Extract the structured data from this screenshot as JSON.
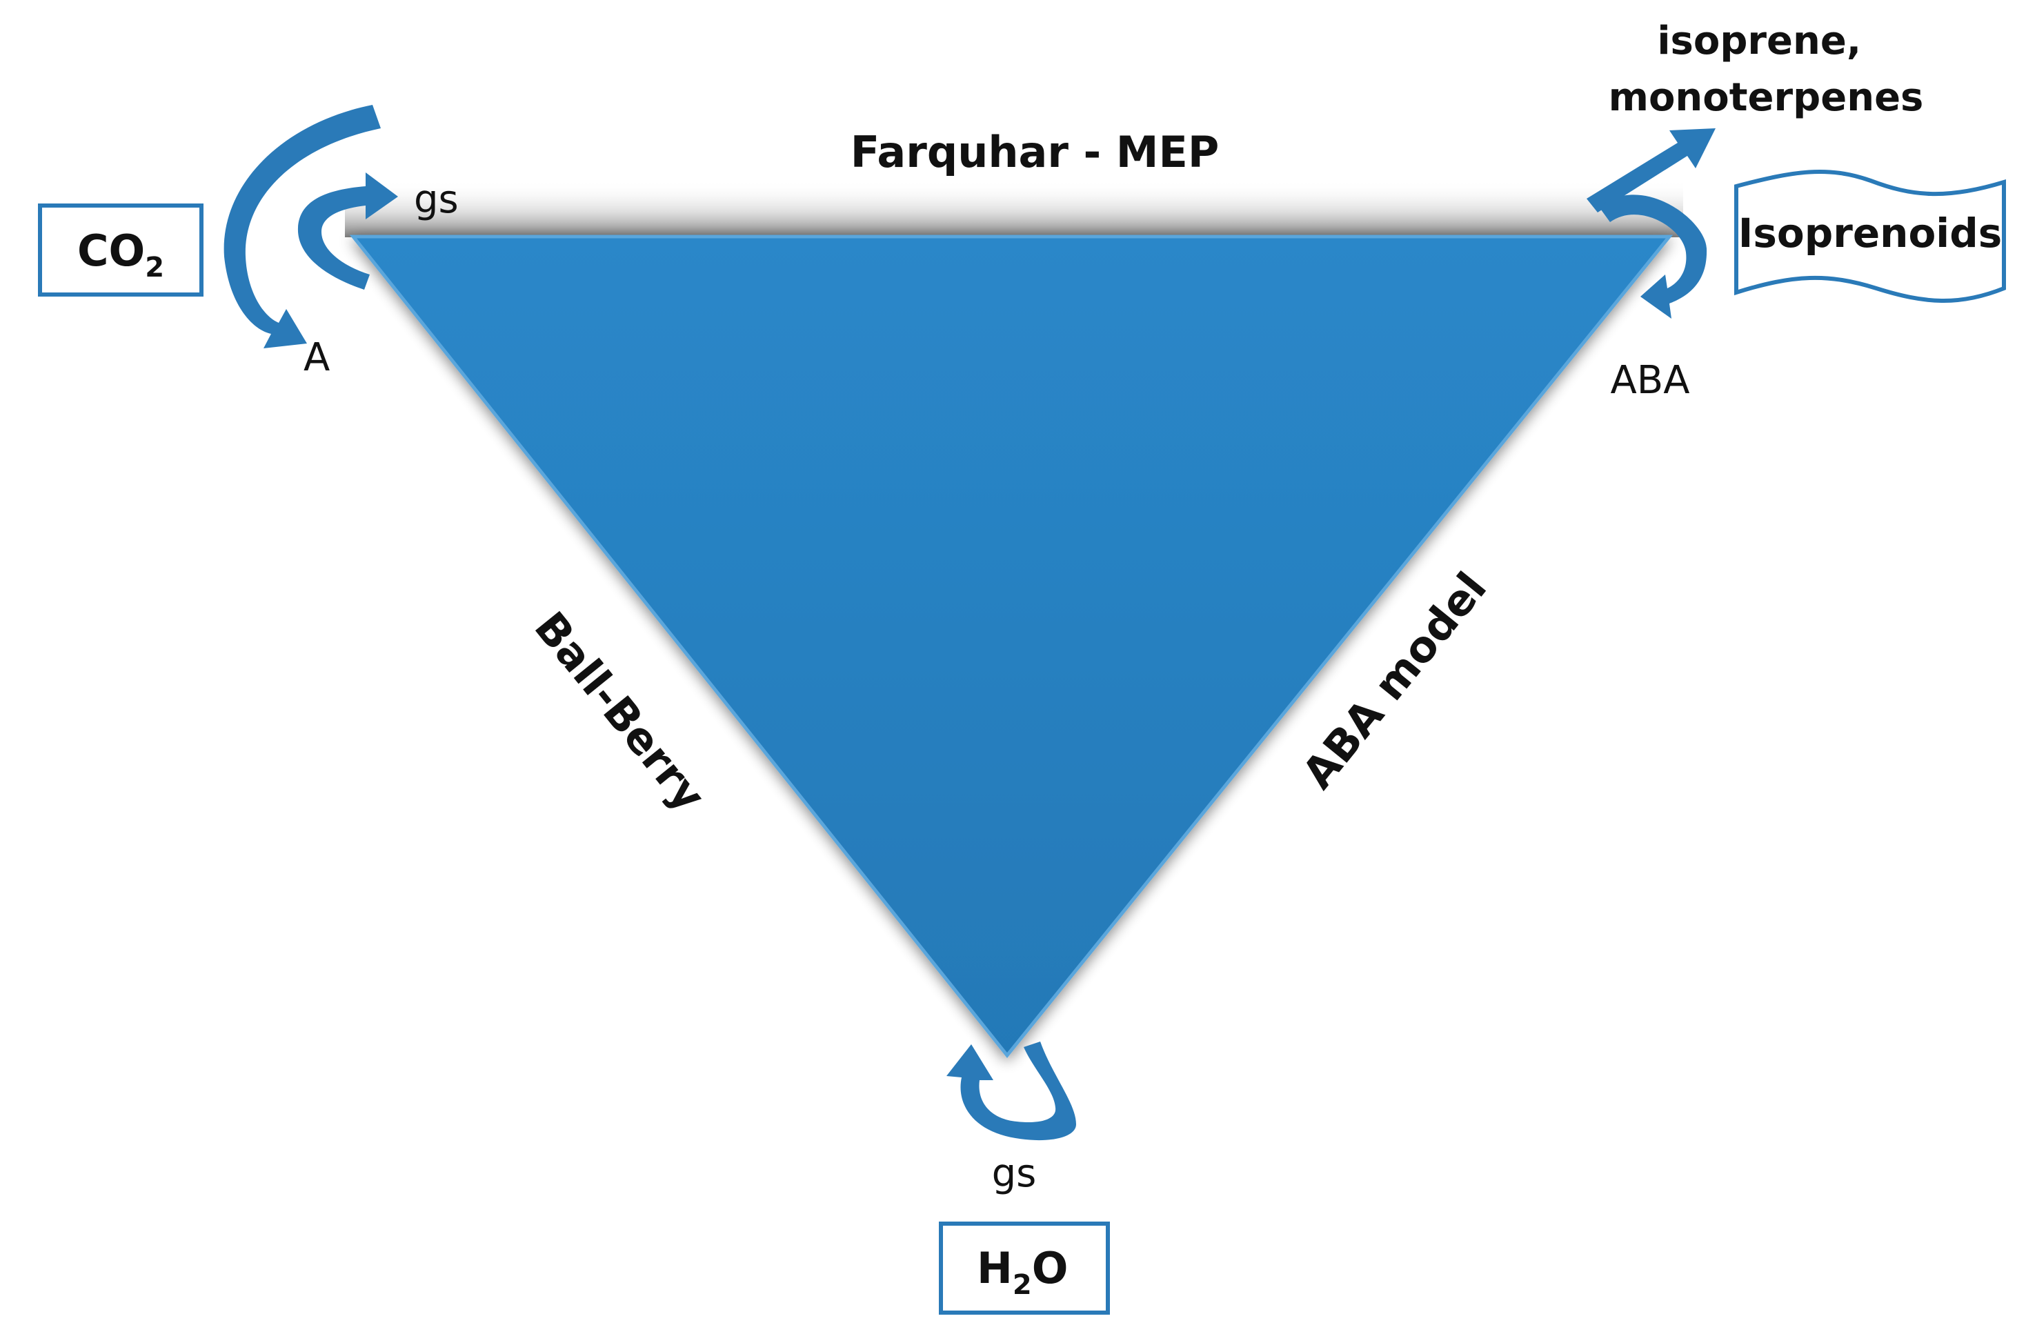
{
  "diagram": {
    "top_edge_label": "Farquhar - MEP",
    "left_edge_label": "Ball-Berry",
    "right_edge_label": "ABA model",
    "co2_box": {
      "main": "CO",
      "sub": "2"
    },
    "h2o_box": {
      "main": "H",
      "sub": "2",
      "tail": "O"
    },
    "isoprenoids_label": "Isoprenoids",
    "emission_label": {
      "line1": "isoprene,",
      "line2": "monoterpenes"
    },
    "labels": {
      "gs_top": "gs",
      "a": "A",
      "aba": "ABA",
      "gs_bottom": "gs"
    },
    "colors": {
      "triangle_fill": "#2681c1",
      "arrow_fill": "#2a7ab8",
      "box_stroke": "#2a7ab8"
    }
  }
}
